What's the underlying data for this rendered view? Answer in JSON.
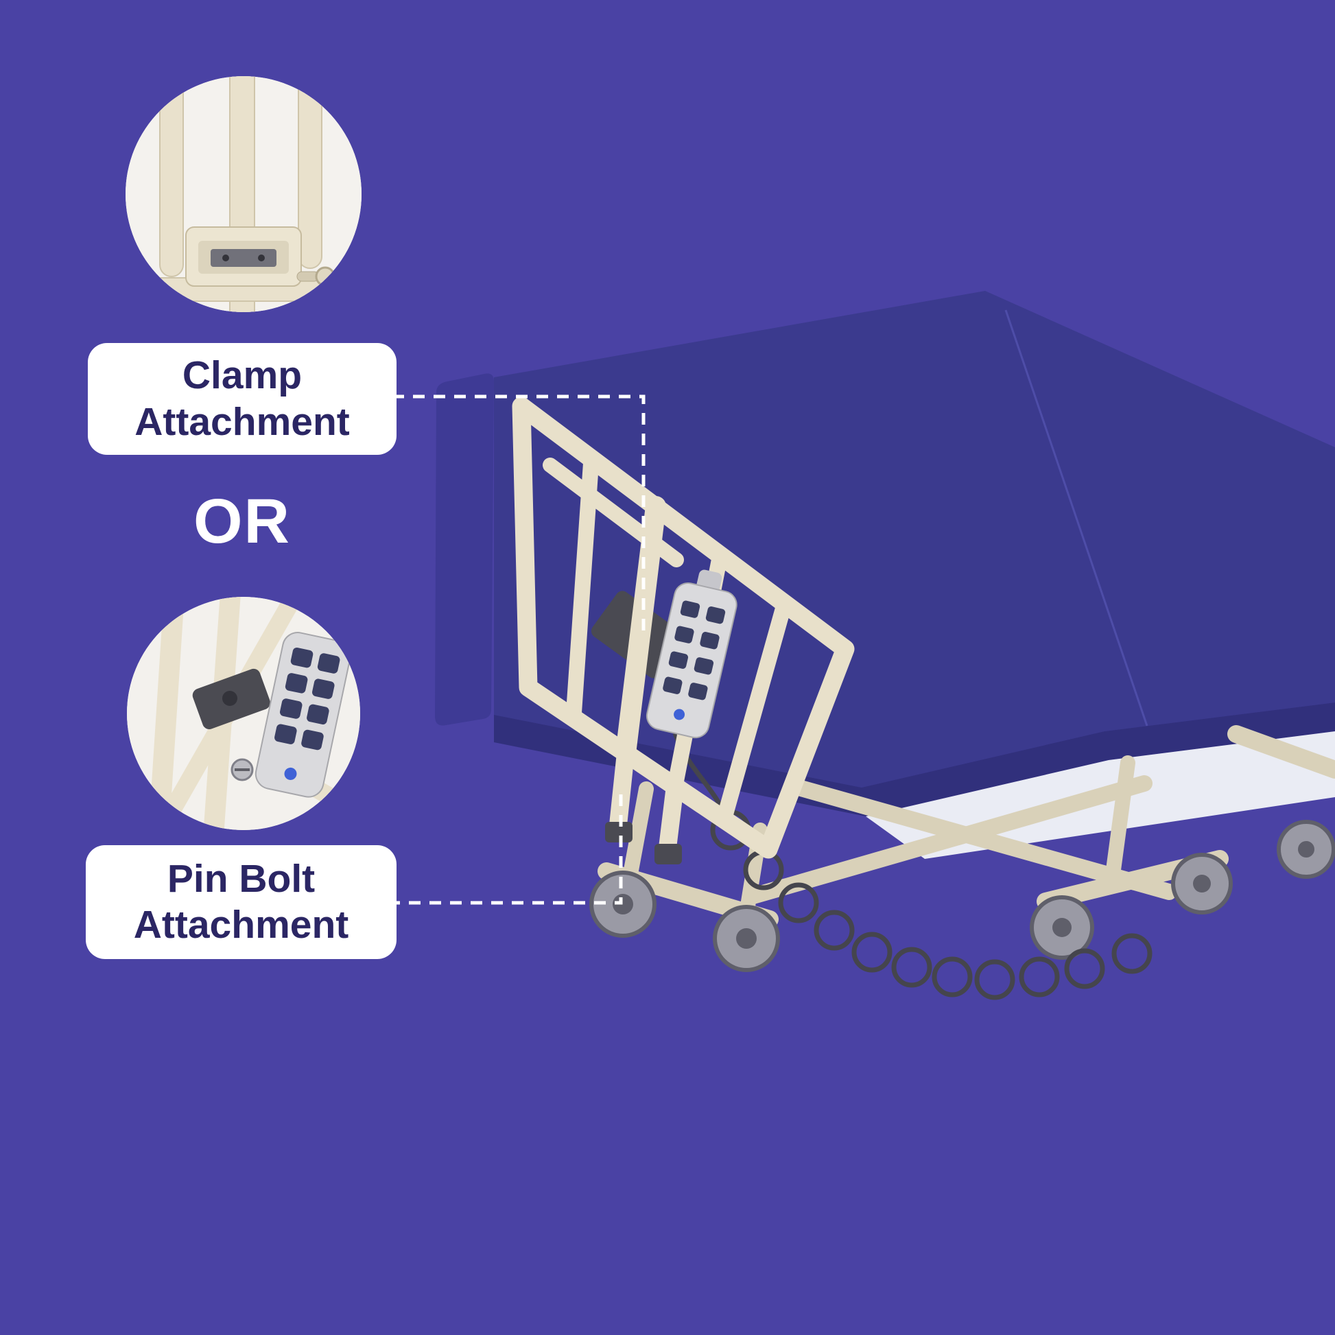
{
  "callouts": {
    "clamp": {
      "label": "Clamp Attachment"
    },
    "or": {
      "label": "OR"
    },
    "pin_bolt": {
      "label": "Pin Bolt Attachment"
    }
  },
  "figures": {
    "inset_top": "clamp-attachment-closeup",
    "inset_bottom": "pin-bolt-attachment-closeup",
    "main": "hospital-bed-with-half-rail"
  },
  "colors": {
    "page_bg": "#4a42a4",
    "label_bg": "#ffffff",
    "label_text": "#2b2664",
    "or_text": "#ffffff",
    "connector": "#ffffff",
    "mattress": "#3b3a8e",
    "mattress_dark": "#31307c",
    "headboard": "#3e3a95",
    "rail": "#e8e0ca",
    "frame": "#d9d1b9",
    "deck": "#eaecf4",
    "caster": "#9a9aa5",
    "caster_dark": "#5f5f6a",
    "cable": "#45454d",
    "pendant": "#dadadd",
    "pendant_btn": "#3a3f63"
  }
}
